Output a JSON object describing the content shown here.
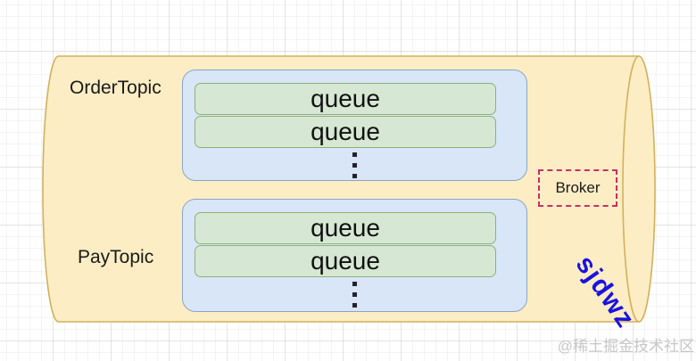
{
  "diagram": {
    "topics": [
      {
        "label": "OrderTopic",
        "queues": [
          "queue",
          "queue"
        ]
      },
      {
        "label": "PayTopic",
        "queues": [
          "queue",
          "queue"
        ]
      }
    ],
    "broker_label": "Broker",
    "signature": "sjdwz",
    "watermark": "@稀土掘金技术社区",
    "icons": {
      "ellipsis": "vertical-ellipsis"
    },
    "colors": {
      "cylinder_fill": "#fcedc4",
      "cylinder_stroke": "#d2b15c",
      "topic_fill": "#d8e6f8",
      "topic_stroke": "#8aa4c6",
      "queue_fill": "#d6e8d3",
      "queue_stroke": "#8fb077",
      "broker_border": "#cb2e66",
      "signature_color": "#1a12e0",
      "watermark_color": "#c7c7c7"
    }
  }
}
